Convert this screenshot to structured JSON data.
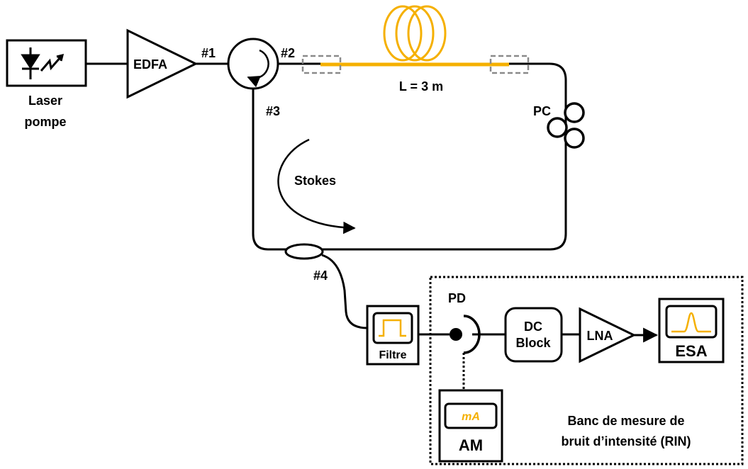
{
  "colors": {
    "line": "#000000",
    "fiber": "#F5B000",
    "connector": "#8A8A8A",
    "display": "#F5B000"
  },
  "labels": {
    "laser_line1": "Laser",
    "laser_line2": "pompe",
    "edfa": "EDFA",
    "port1": "#1",
    "port2": "#2",
    "port3": "#3",
    "port4": "#4",
    "fiber_length": "L = 3 m",
    "pc": "PC",
    "stokes": "Stokes",
    "filter": "Filtre",
    "pd": "PD",
    "dc_line1": "DC",
    "dc_line2": "Block",
    "lna": "LNA",
    "esa": "ESA",
    "am_display": "mA",
    "am": "AM",
    "bench_line1": "Banc de mesure de",
    "bench_line2": "bruit d’intensité (RIN)"
  },
  "icons": {
    "laser": "laser-diode-icon",
    "circulator": "circulator-icon",
    "fiber_coil": "fiber-coil-icon",
    "polarization_controller": "polarization-controller-icon",
    "coupler": "coupler-icon",
    "filter_display": "bandpass-filter-icon",
    "photodiode": "photodiode-icon",
    "esa_display": "spectrum-peak-icon"
  }
}
